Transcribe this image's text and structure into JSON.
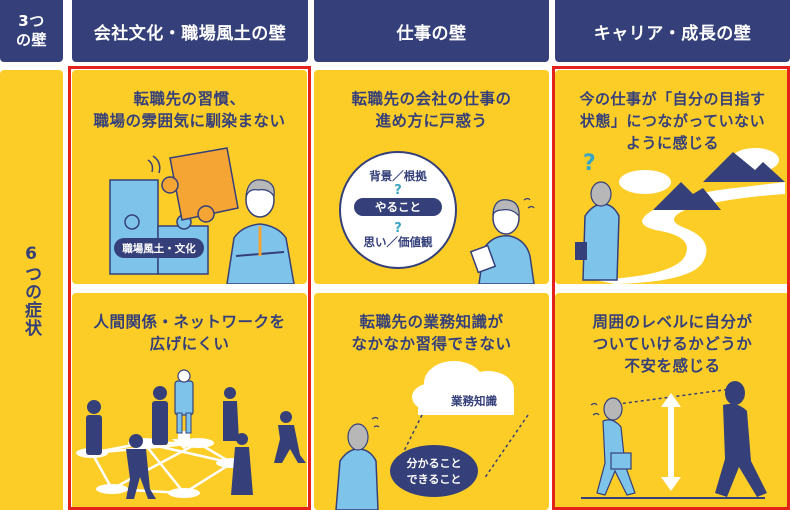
{
  "header": {
    "corner_label": "3つ\nの壁",
    "columns": [
      {
        "label": "会社文化・職場風土の壁"
      },
      {
        "label": "仕事の壁"
      },
      {
        "label": "キャリア・成長の壁"
      }
    ]
  },
  "side": {
    "label": "6つの症状"
  },
  "cards": [
    {
      "title": "転職先の習慣、\n職場の雰囲気に馴染まない",
      "tag": "職場風土・文化",
      "highlighted": true
    },
    {
      "title": "転職先の会社の仕事の\n進め方に戸惑う",
      "circle": {
        "top": "背景／根拠",
        "center": "やること",
        "bottom": "思い／価値観",
        "mark": "?"
      },
      "highlighted": false
    },
    {
      "title": "今の仕事が「自分の目指す\n状態」につながっていない\nように感じる",
      "mark": "?",
      "highlighted": true
    },
    {
      "title": "人間関係・ネットワークを\n広げにくい",
      "highlighted": true
    },
    {
      "title": "転職先の業務知識が\nなかなか習得できない",
      "cloud": "業務知識",
      "bubble": "分かること\nできること",
      "highlighted": false
    },
    {
      "title": "周囲のレベルに自分が\nついていけるかどうか\n不安を感じる",
      "highlighted": true
    }
  ],
  "colors": {
    "navy": "#35407a",
    "yellow": "#fdcd27",
    "red": "#e3221c",
    "light_blue": "#7ec4ea",
    "orange": "#f5a533",
    "white": "#ffffff"
  }
}
